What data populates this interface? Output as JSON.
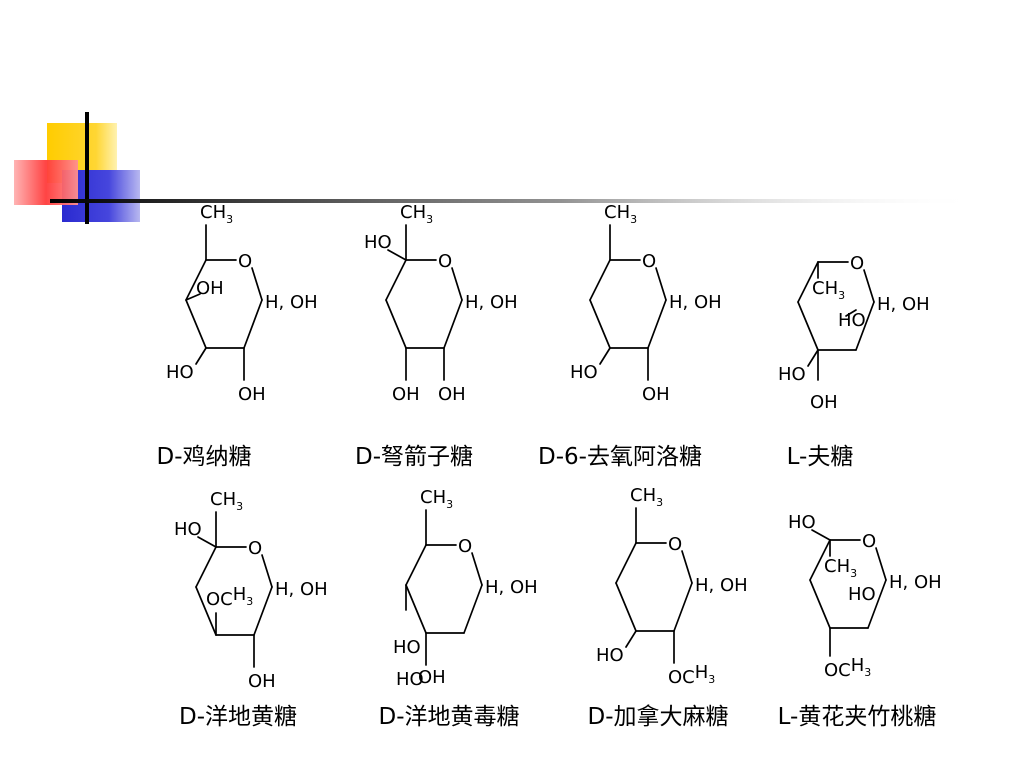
{
  "colors": {
    "yellow": "#ffcc00",
    "red": "#ff3333",
    "blue": "#3333cc",
    "rule": "#000000"
  },
  "captions": [
    "D-鸡纳糖",
    "D-弩箭子糖",
    "D-6-去氧阿洛糖",
    "L-夫糖",
    "D-洋地黄糖",
    "D-洋地黄毒糖",
    "D-加拿大麻糖",
    "L-黄花夹竹桃糖"
  ],
  "atoms": {
    "O": "O",
    "OH": "OH",
    "HO": "HO",
    "CH": "CH",
    "H": "H",
    "sub3": "3",
    "anomeric": "H, OH",
    "OC": "OC"
  }
}
